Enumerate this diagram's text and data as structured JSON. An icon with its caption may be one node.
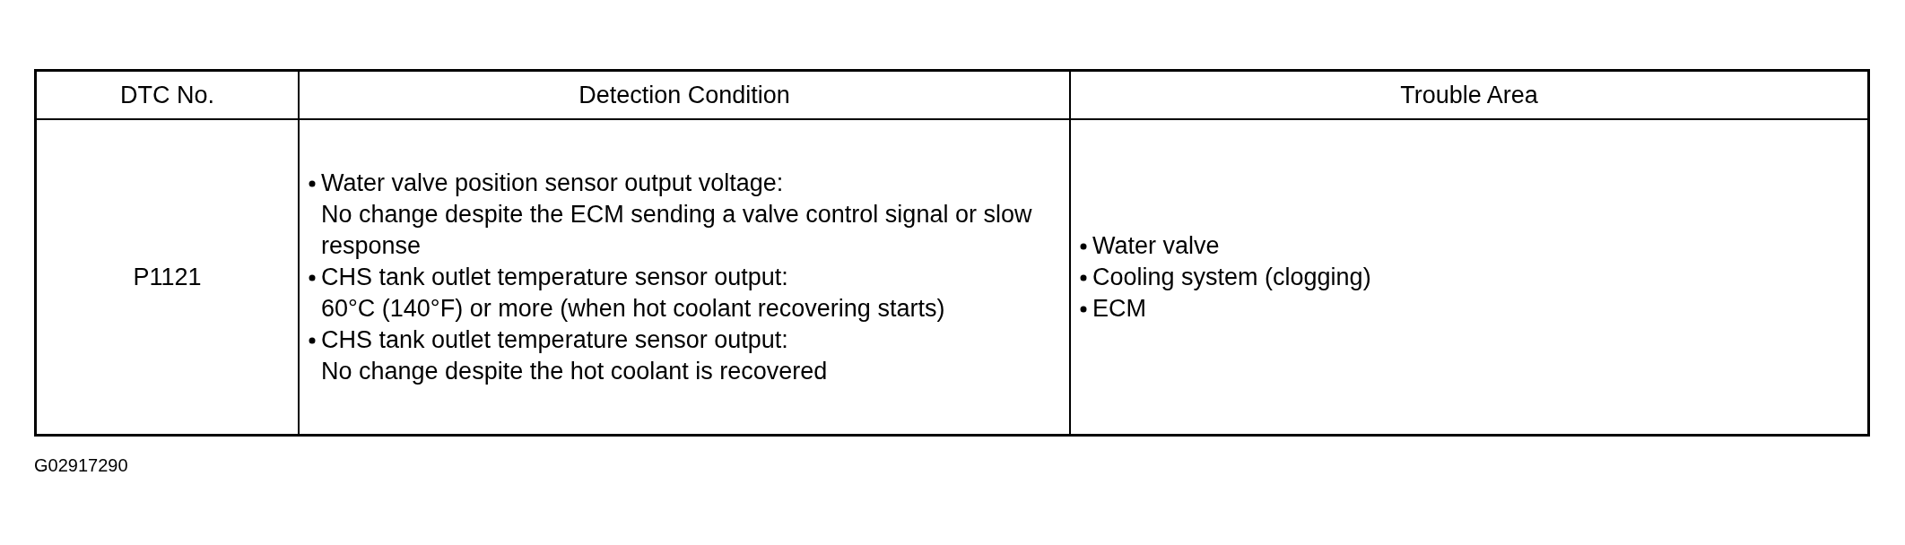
{
  "diagram": {
    "labels": [
      "DTC No.",
      "Detection Condition",
      "Trouble Area",
      "P1121",
      "Water valve position sensor output voltage:",
      "No change despite the ECM sending a valve control signal or slow response",
      "CHS tank outlet temperature sensor output:",
      "60°C (140°F) or more (when hot coolant recovering starts)",
      "CHS tank outlet temperature sensor output:",
      "No change despite the hot coolant is recovered",
      "Water valve",
      "Cooling system (clogging)",
      "ECM",
      "G02917290"
    ]
  }
}
